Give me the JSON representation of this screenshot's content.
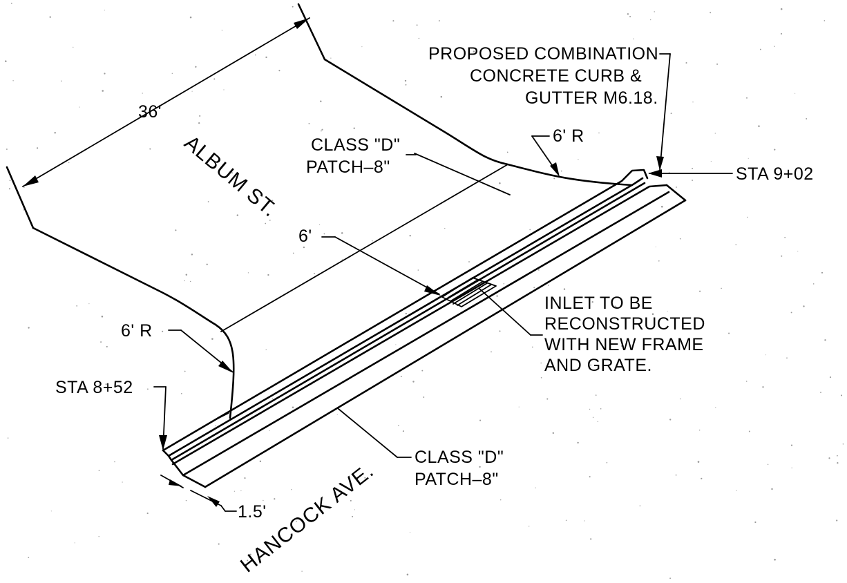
{
  "streets": {
    "album": "ALBUM ST.",
    "hancock": "HANCOCK AVE."
  },
  "dimensions": {
    "width_36": "36'",
    "radius_top": "6' R",
    "radius_bottom": "6' R",
    "inlet_offset": "6'",
    "offset_1_5": "1.5'"
  },
  "stations": {
    "start": "STA 8+52",
    "end": "STA 9+02"
  },
  "callouts": {
    "curb_line1": "PROPOSED COMBINATION",
    "curb_line2": "CONCRETE CURB &",
    "curb_line3": "GUTTER M6.18.",
    "patch_top_line1": "CLASS \"D\"",
    "patch_top_line2": "PATCH–8\"",
    "patch_bottom_line1": "CLASS \"D\"",
    "patch_bottom_line2": "PATCH–8\"",
    "inlet_line1": "INLET TO BE",
    "inlet_line2": "RECONSTRUCTED",
    "inlet_line3": "WITH NEW FRAME",
    "inlet_line4": "AND GRATE."
  }
}
